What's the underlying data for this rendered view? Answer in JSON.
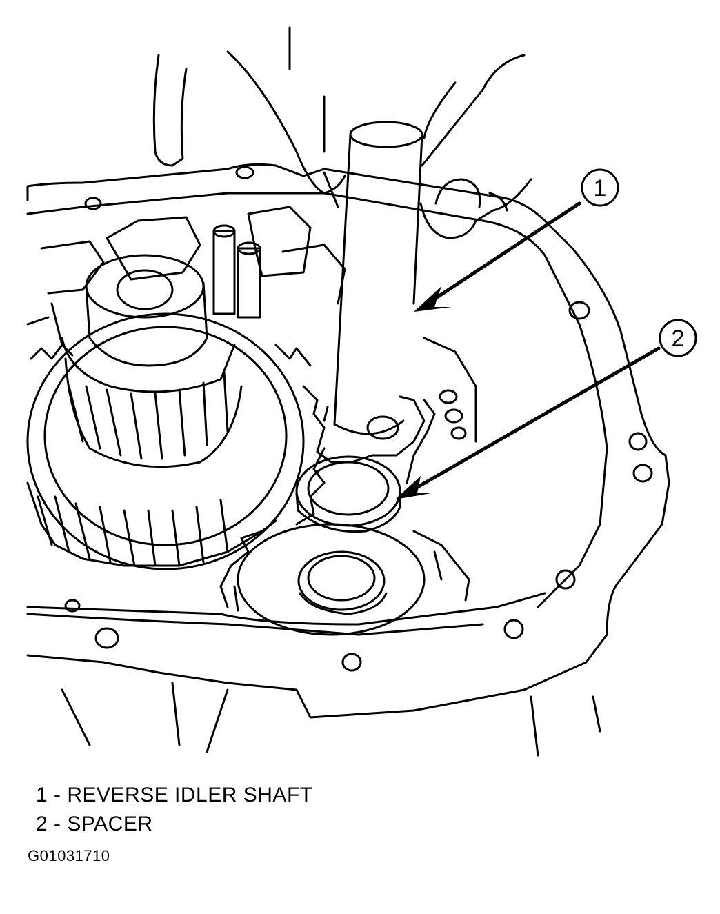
{
  "callouts": [
    {
      "number": "1"
    },
    {
      "number": "2"
    }
  ],
  "legend": [
    {
      "text": "1 - REVERSE IDLER SHAFT"
    },
    {
      "text": "2 - SPACER"
    }
  ],
  "figure_id": "G01031710",
  "colors": {
    "ink": "#000000",
    "paper": "#ffffff"
  }
}
